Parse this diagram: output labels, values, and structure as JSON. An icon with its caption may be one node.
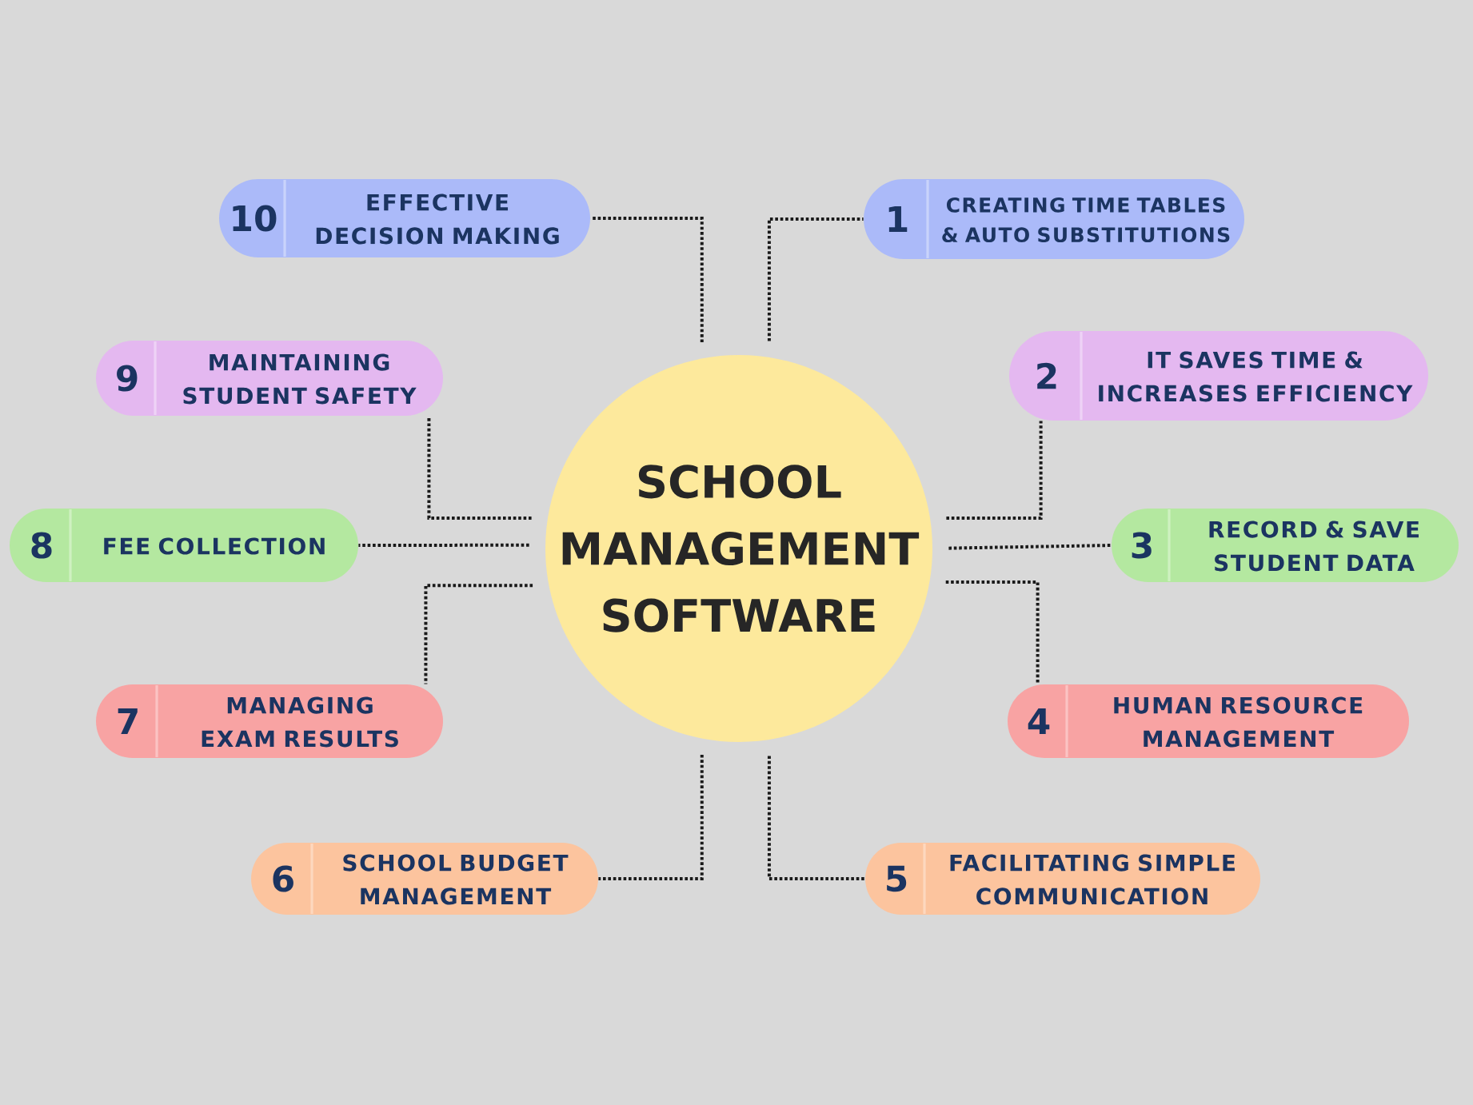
{
  "diagram": {
    "nodes": [
      {
        "text": [
          "SCHOOL MANAGEMENT SOFTWARE"
        ]
      },
      {
        "text": [
          "1",
          "CREATING TIME TABLES & AUTO SUBSTITUTIONS"
        ]
      },
      {
        "text": [
          "2",
          "IT SAVES TIME & INCREASES EFFICIENCY"
        ]
      },
      {
        "text": [
          "3",
          "RECORD & SAVE STUDENT DATA"
        ]
      },
      {
        "text": [
          "4",
          "HUMAN RESOURCE MANAGEMENT"
        ]
      },
      {
        "text": [
          "5",
          "FACILITATING SIMPLE COMMUNICATION"
        ]
      },
      {
        "text": [
          "6",
          "SCHOOL BUDGET MANAGEMENT"
        ]
      },
      {
        "text": [
          "7",
          "MANAGING EXAM RESULTS"
        ]
      },
      {
        "text": [
          "8",
          "FEE COLLECTION"
        ]
      },
      {
        "text": [
          "9",
          "MAINTAINING STUDENT SAFETY"
        ]
      },
      {
        "text": [
          "10",
          "EFFECTIVE DECISION MAKING"
        ]
      }
    ],
    "edges": [
      {
        "from": 0,
        "to": 1,
        "arrow": "none"
      },
      {
        "from": 0,
        "to": 2,
        "arrow": "none"
      },
      {
        "from": 0,
        "to": 3,
        "arrow": "none"
      },
      {
        "from": 0,
        "to": 4,
        "arrow": "none"
      },
      {
        "from": 0,
        "to": 5,
        "arrow": "none"
      },
      {
        "from": 0,
        "to": 6,
        "arrow": "none"
      },
      {
        "from": 0,
        "to": 7,
        "arrow": "none"
      },
      {
        "from": 0,
        "to": 8,
        "arrow": "none"
      },
      {
        "from": 0,
        "to": 9,
        "arrow": "none"
      },
      {
        "from": 0,
        "to": 10,
        "arrow": "none"
      }
    ]
  }
}
